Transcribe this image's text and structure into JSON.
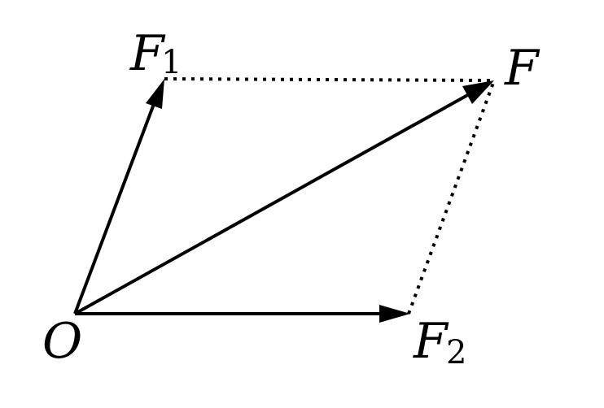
{
  "diagram": {
    "labels": {
      "origin": "O",
      "f1": "F",
      "f1_sub": "1",
      "f2": "F",
      "f2_sub": "2",
      "resultant": "F"
    },
    "colors": {
      "ink": "#000000",
      "background": "#ffffff"
    },
    "line_styles": {
      "vectors": "solid",
      "construction": "dotted"
    }
  }
}
